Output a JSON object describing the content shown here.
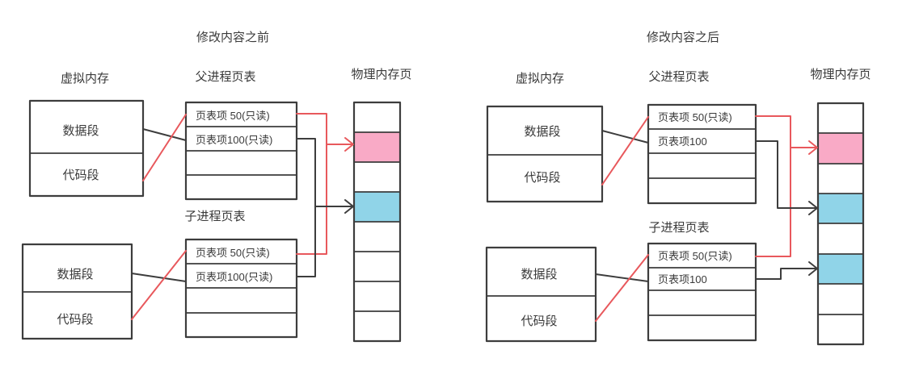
{
  "colors": {
    "pink": "#f9aac6",
    "blue": "#90d4e8",
    "white": "#ffffff",
    "red_line": "#e8585c",
    "ink": "#3d3d3d"
  },
  "panels": [
    {
      "title": "修改内容之前",
      "headers": {
        "virtual_memory": "虚拟内存",
        "parent_table": "父进程页表",
        "child_table": "子进程页表",
        "physical_memory": "物理内存页"
      },
      "parent_vm": {
        "data_segment": "数据段",
        "code_segment": "代码段"
      },
      "child_vm": {
        "data_segment": "数据段",
        "code_segment": "代码段"
      },
      "parent_table_rows": [
        "页表项 50(只读)",
        "页表项100(只读)",
        "",
        ""
      ],
      "child_table_rows": [
        "页表项 50(只读)",
        "页表项100(只读)",
        "",
        ""
      ],
      "physical_cells": [
        "#ffffff",
        "#f9aac6",
        "#ffffff",
        "#90d4e8",
        "#ffffff",
        "#ffffff",
        "#ffffff",
        "#ffffff"
      ]
    },
    {
      "title": "修改内容之后",
      "headers": {
        "virtual_memory": "虚拟内存",
        "parent_table": "父进程页表",
        "child_table": "子进程页表",
        "physical_memory": "物理内存页"
      },
      "parent_vm": {
        "data_segment": "数据段",
        "code_segment": "代码段"
      },
      "child_vm": {
        "data_segment": "数据段",
        "code_segment": "代码段"
      },
      "parent_table_rows": [
        "页表项 50(只读)",
        "页表项100",
        "",
        ""
      ],
      "child_table_rows": [
        "页表项 50(只读)",
        "页表项100",
        "",
        ""
      ],
      "physical_cells": [
        "#ffffff",
        "#f9aac6",
        "#ffffff",
        "#90d4e8",
        "#ffffff",
        "#90d4e8",
        "#ffffff",
        "#ffffff"
      ]
    }
  ]
}
